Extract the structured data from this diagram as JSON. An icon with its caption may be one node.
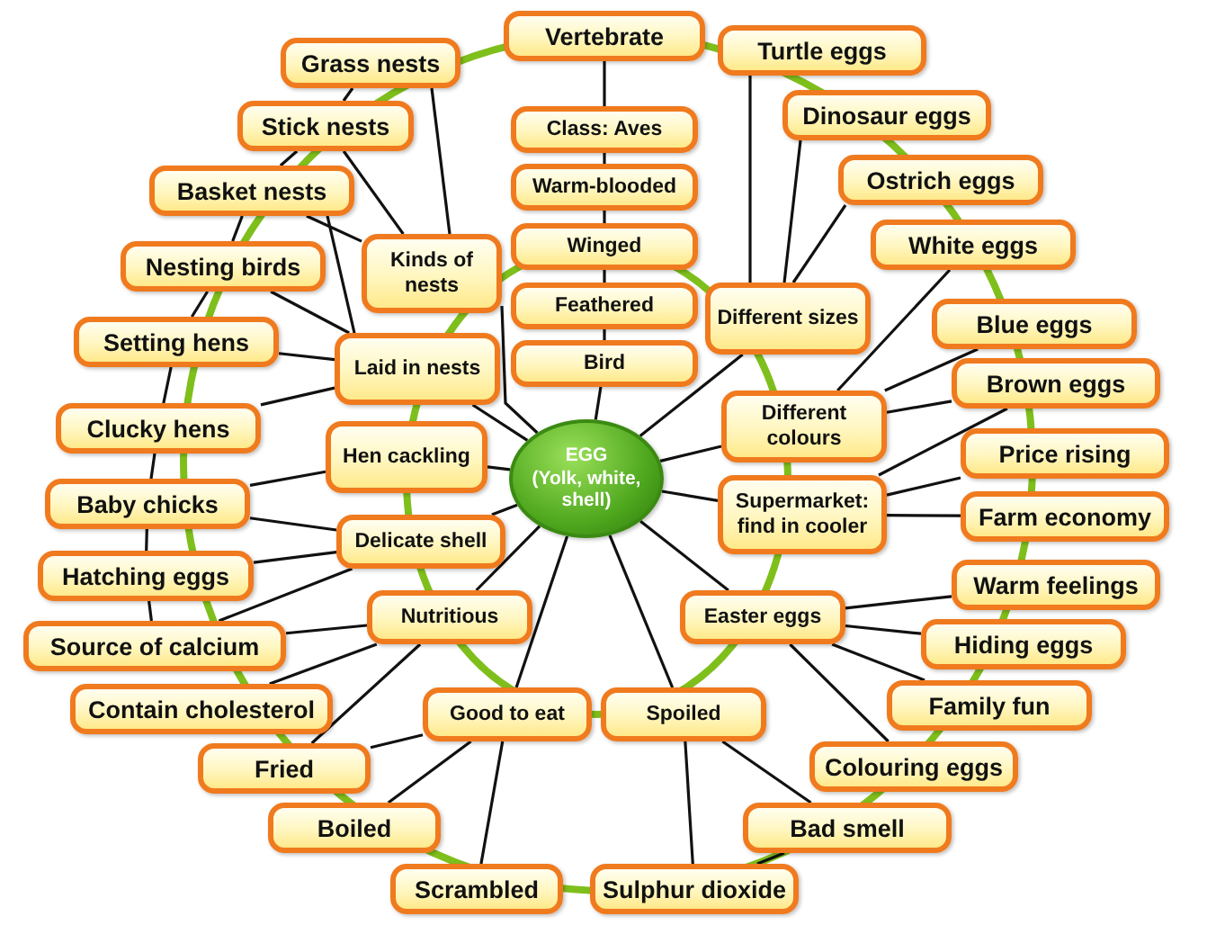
{
  "diagram": {
    "nodes": [
      {
        "text": [
          "EGG",
          "(Yolk, white, shell)"
        ]
      },
      {
        "text": [
          "Vertebrate"
        ]
      },
      {
        "text": [
          "Class: Aves"
        ]
      },
      {
        "text": [
          "Warm-blooded"
        ]
      },
      {
        "text": [
          "Winged"
        ]
      },
      {
        "text": [
          "Feathered"
        ]
      },
      {
        "text": [
          "Bird"
        ]
      },
      {
        "text": [
          "Grass nests"
        ]
      },
      {
        "text": [
          "Stick nests"
        ]
      },
      {
        "text": [
          "Basket nests"
        ]
      },
      {
        "text": [
          "Nesting birds"
        ]
      },
      {
        "text": [
          "Setting hens"
        ]
      },
      {
        "text": [
          "Clucky hens"
        ]
      },
      {
        "text": [
          "Baby chicks"
        ]
      },
      {
        "text": [
          "Hatching eggs"
        ]
      },
      {
        "text": [
          "Source of calcium"
        ]
      },
      {
        "text": [
          "Contain cholesterol"
        ]
      },
      {
        "text": [
          "Fried"
        ]
      },
      {
        "text": [
          "Boiled"
        ]
      },
      {
        "text": [
          "Scrambled"
        ]
      },
      {
        "text": [
          "Sulphur dioxide"
        ]
      },
      {
        "text": [
          "Bad smell"
        ]
      },
      {
        "text": [
          "Colouring eggs"
        ]
      },
      {
        "text": [
          "Family fun"
        ]
      },
      {
        "text": [
          "Hiding eggs"
        ]
      },
      {
        "text": [
          "Warm feelings"
        ]
      },
      {
        "text": [
          "Farm economy"
        ]
      },
      {
        "text": [
          "Price rising"
        ]
      },
      {
        "text": [
          "Brown eggs"
        ]
      },
      {
        "text": [
          "Blue eggs"
        ]
      },
      {
        "text": [
          "White eggs"
        ]
      },
      {
        "text": [
          "Ostrich eggs"
        ]
      },
      {
        "text": [
          "Dinosaur eggs"
        ]
      },
      {
        "text": [
          "Turtle eggs"
        ]
      },
      {
        "text": [
          "Kinds of nests"
        ]
      },
      {
        "text": [
          "Laid in nests"
        ]
      },
      {
        "text": [
          "Hen cackling"
        ]
      },
      {
        "text": [
          "Delicate shell"
        ]
      },
      {
        "text": [
          "Nutritious"
        ]
      },
      {
        "text": [
          "Good to eat"
        ]
      },
      {
        "text": [
          "Spoiled"
        ]
      },
      {
        "text": [
          "Easter eggs"
        ]
      },
      {
        "text": [
          "Supermarket: find in cooler"
        ]
      },
      {
        "text": [
          "Different colours"
        ]
      },
      {
        "text": [
          "Different sizes"
        ]
      }
    ],
    "edges": [
      {
        "from": 1,
        "to": 2,
        "arrow": "none"
      },
      {
        "from": 2,
        "to": 3,
        "arrow": "none"
      },
      {
        "from": 3,
        "to": 4,
        "arrow": "none"
      },
      {
        "from": 4,
        "to": 5,
        "arrow": "none"
      },
      {
        "from": 5,
        "to": 6,
        "arrow": "none"
      },
      {
        "from": 6,
        "to": 0,
        "arrow": "none"
      },
      {
        "from": 34,
        "to": 7,
        "arrow": "none"
      },
      {
        "from": 34,
        "to": 8,
        "arrow": "none"
      },
      {
        "from": 34,
        "to": 9,
        "arrow": "none"
      },
      {
        "from": 34,
        "to": 0,
        "arrow": "none"
      },
      {
        "from": 7,
        "to": 8,
        "arrow": "none"
      },
      {
        "from": 8,
        "to": 9,
        "arrow": "none"
      },
      {
        "from": 9,
        "to": 10,
        "arrow": "none"
      },
      {
        "from": 10,
        "to": 11,
        "arrow": "none"
      },
      {
        "from": 11,
        "to": 12,
        "arrow": "none"
      },
      {
        "from": 12,
        "to": 13,
        "arrow": "none"
      },
      {
        "from": 13,
        "to": 14,
        "arrow": "none"
      },
      {
        "from": 14,
        "to": 15,
        "arrow": "none"
      },
      {
        "from": 35,
        "to": 9,
        "arrow": "none"
      },
      {
        "from": 35,
        "to": 10,
        "arrow": "none"
      },
      {
        "from": 35,
        "to": 11,
        "arrow": "none"
      },
      {
        "from": 35,
        "to": 12,
        "arrow": "none"
      },
      {
        "from": 35,
        "to": 0,
        "arrow": "none"
      },
      {
        "from": 36,
        "to": 13,
        "arrow": "none"
      },
      {
        "from": 36,
        "to": 0,
        "arrow": "none"
      },
      {
        "from": 37,
        "to": 13,
        "arrow": "none"
      },
      {
        "from": 37,
        "to": 14,
        "arrow": "none"
      },
      {
        "from": 37,
        "to": 15,
        "arrow": "none"
      },
      {
        "from": 37,
        "to": 0,
        "arrow": "none"
      },
      {
        "from": 38,
        "to": 15,
        "arrow": "none"
      },
      {
        "from": 38,
        "to": 16,
        "arrow": "none"
      },
      {
        "from": 38,
        "to": 17,
        "arrow": "none"
      },
      {
        "from": 38,
        "to": 0,
        "arrow": "none"
      },
      {
        "from": 39,
        "to": 17,
        "arrow": "none"
      },
      {
        "from": 39,
        "to": 18,
        "arrow": "none"
      },
      {
        "from": 39,
        "to": 19,
        "arrow": "none"
      },
      {
        "from": 39,
        "to": 0,
        "arrow": "none"
      },
      {
        "from": 40,
        "to": 0,
        "arrow": "none"
      },
      {
        "from": 40,
        "to": 20,
        "arrow": "none"
      },
      {
        "from": 40,
        "to": 21,
        "arrow": "none"
      },
      {
        "from": 21,
        "to": 20,
        "arrow": "none"
      },
      {
        "from": 41,
        "to": 0,
        "arrow": "none"
      },
      {
        "from": 41,
        "to": 25,
        "arrow": "none"
      },
      {
        "from": 41,
        "to": 24,
        "arrow": "none"
      },
      {
        "from": 41,
        "to": 23,
        "arrow": "none"
      },
      {
        "from": 41,
        "to": 22,
        "arrow": "none"
      },
      {
        "from": 42,
        "to": 0,
        "arrow": "none"
      },
      {
        "from": 42,
        "to": 26,
        "arrow": "none"
      },
      {
        "from": 42,
        "to": 27,
        "arrow": "none"
      },
      {
        "from": 42,
        "to": 28,
        "arrow": "none"
      },
      {
        "from": 43,
        "to": 0,
        "arrow": "none"
      },
      {
        "from": 43,
        "to": 30,
        "arrow": "none"
      },
      {
        "from": 43,
        "to": 29,
        "arrow": "none"
      },
      {
        "from": 43,
        "to": 28,
        "arrow": "none"
      },
      {
        "from": 44,
        "to": 0,
        "arrow": "none"
      },
      {
        "from": 44,
        "to": 33,
        "arrow": "none"
      },
      {
        "from": 44,
        "to": 32,
        "arrow": "none"
      },
      {
        "from": 44,
        "to": 31,
        "arrow": "none"
      }
    ]
  }
}
